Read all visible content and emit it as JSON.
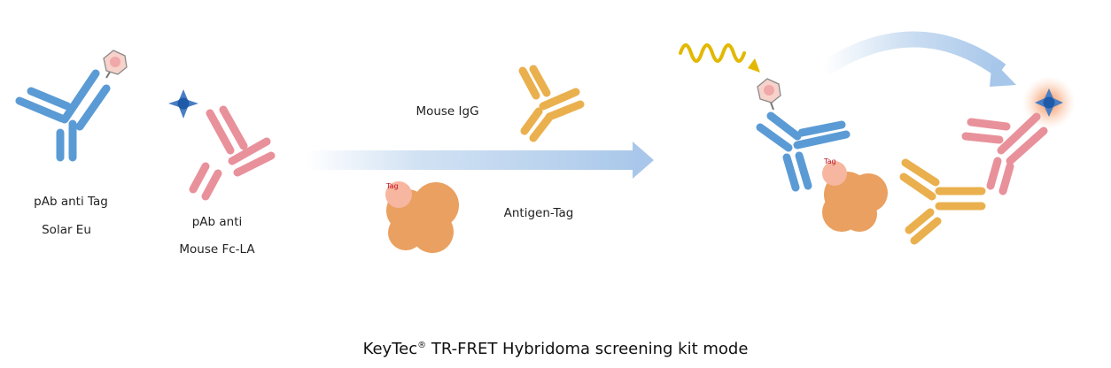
{
  "diagram": {
    "caption_main": "KeyTec",
    "caption_mark": "®",
    "caption_rest": " TR-FRET Hybridoma screening kit mode",
    "labels": {
      "pab_tag_line1": "pAb anti Tag",
      "pab_tag_line2": "Solar Eu",
      "pab_mouse_line1": "pAb anti",
      "pab_mouse_line2": "Mouse Fc-LA",
      "mouse_igg": "Mouse IgG",
      "antigen_tag": "Antigen-Tag",
      "tag_left": "Tag",
      "tag_right": "Tag"
    },
    "colors": {
      "blue_antibody": "#5b9bd5",
      "pink_antibody": "#e8919b",
      "yellow_antibody": "#eab04e",
      "antigen": "#eaa060",
      "tag": "#f6b6a0",
      "acceptor": "#2f6fb8",
      "wave": "#e2b800",
      "arrow": "#bcd4ee",
      "glow": "#f4a070"
    }
  }
}
